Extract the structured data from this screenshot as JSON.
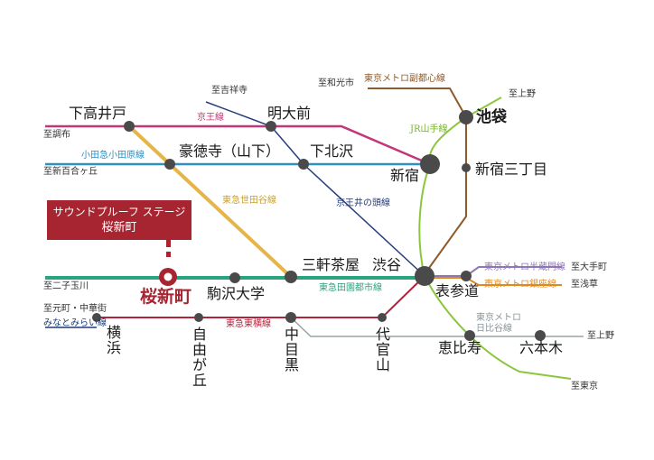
{
  "callout": {
    "line1": "サウンドプルーフ ステージ",
    "line2": "桜新町"
  },
  "stations": {
    "shimotakaido": "下高井戸",
    "meidaimae": "明大前",
    "gotokuji": "豪徳寺（山下）",
    "shimokitazawa": "下北沢",
    "shinjuku": "新宿",
    "ikebukuro": "池袋",
    "shinjuku_sanchome": "新宿三丁目",
    "sangenjaya": "三軒茶屋",
    "shibuya": "渋谷",
    "omotesando": "表参道",
    "sakurashinmachi": "桜新町",
    "komazawa": "駒沢大学",
    "yokohama": "横浜",
    "jiyugaoka": "自由が丘",
    "nakameguro": "中目黒",
    "daikanyama": "代官山",
    "ebisu": "恵比寿",
    "roppongi": "六本木"
  },
  "lines": {
    "keio": "京王線",
    "odakyu": "小田急小田原線",
    "tokyu_setagaya": "東急世田谷線",
    "keio_inokashira": "京王井の頭線",
    "jr_yamanote": "JR山手線",
    "metro_fukutoshin": "東京メトロ副都心線",
    "tokyu_dit": "東急田園都市線",
    "metro_hanzomon": "東京メトロ半蔵門線",
    "metro_ginza": "東京メトロ銀座線",
    "tokyu_toyoko": "東急東横線",
    "minatomirai": "みなとみらい線",
    "hibiya_1": "東京メトロ",
    "hibiya_2": "日比谷線"
  },
  "destinations": {
    "kichijoji": "至吉祥寺",
    "wakoshi": "至和光市",
    "ueno_top": "至上野",
    "chofu": "至調布",
    "shinyurigaoka": "至新百合ヶ丘",
    "futakotamagawa": "至二子玉川",
    "motomachi": "至元町・中華街",
    "otemachi": "至大手町",
    "asakusa": "至浅草",
    "ueno_right": "至上野",
    "tokyo": "至東京"
  },
  "colors": {
    "keio": "#c2367a",
    "odakyu": "#2e8fc0",
    "setagaya": "#e6b549",
    "inokashira": "#263d7a",
    "yamanote": "#8cc63f",
    "fukutoshin": "#8e5a2b",
    "denentoshi": "#2aa47e",
    "hanzomon": "#8f76b6",
    "ginza": "#e08a1e",
    "toyoko": "#b2243c",
    "hibiya": "#9aa3a8",
    "minatomirai": "#1b3a7a",
    "highlight": "#a72431"
  }
}
